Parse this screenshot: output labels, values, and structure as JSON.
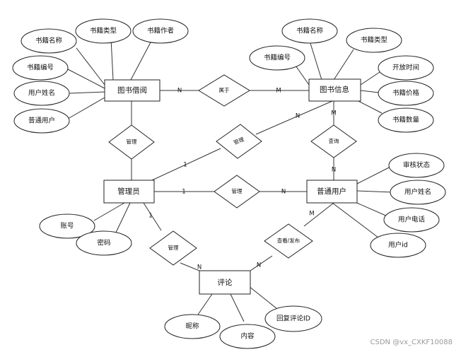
{
  "entities": {
    "borrow": "图书借阅",
    "bookinfo": "图书信息",
    "admin": "管理员",
    "user": "普通用户",
    "comment": "评论"
  },
  "attributes": {
    "borrow_bookname": "书籍名称",
    "borrow_booktype": "书籍类型",
    "borrow_bookauthor": "书籍作者",
    "borrow_booknum": "书籍编号",
    "borrow_username": "用户姓名",
    "borrow_user": "普通用户",
    "info_bookname": "书籍名称",
    "info_booktype": "书籍类型",
    "info_booknum": "书籍编号",
    "info_opentime": "开放时间",
    "info_price": "书籍价格",
    "info_qty": "书籍数量",
    "admin_account": "账号",
    "admin_password": "密码",
    "user_status": "审核状态",
    "user_name": "用户姓名",
    "user_phone": "用户电话",
    "user_id": "用户id",
    "comment_nick": "昵称",
    "comment_content": "内容",
    "comment_reply": "回复评论ID"
  },
  "relationships": {
    "belongs": "属于",
    "manage_borrow": "管理",
    "manage_info": "管理",
    "query": "查询",
    "manage_user": "管理",
    "manage_comment": "管理",
    "view_post": "查看/发布"
  },
  "cardinalities": {
    "borrow_belongs": "N",
    "belongs_info": "M",
    "info_managed": "N",
    "admin_manage_info": "1",
    "info_query": "M",
    "query_user": "N",
    "admin_manage_user": "1",
    "manage_user_user": "N",
    "admin_manage_comment": "1",
    "manage_comment_comment": "N",
    "comment_view": "N",
    "view_user": "M"
  },
  "watermark": "CSDN @vx_CXKF10088"
}
